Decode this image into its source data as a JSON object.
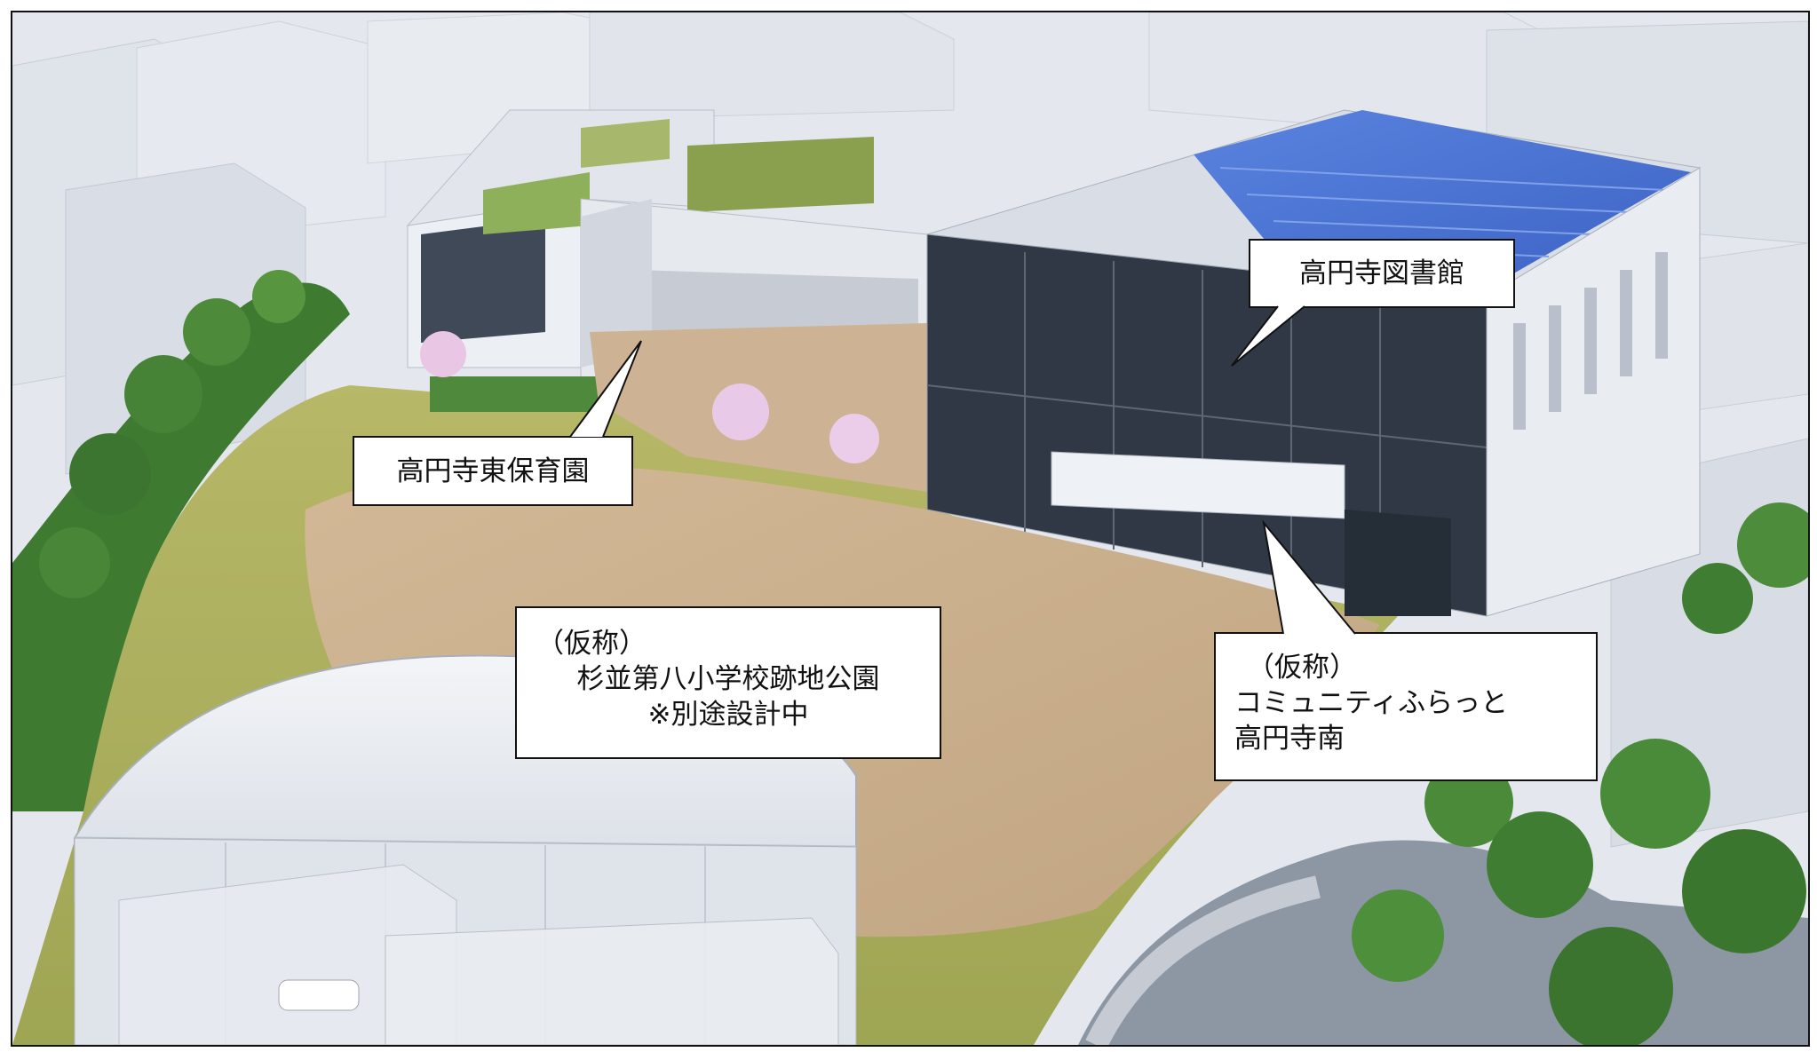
{
  "image": {
    "kind": "architectural rendering",
    "colors": {
      "sky_buildings": "#e3e7ee",
      "lawn": "#a9ad5c",
      "plaza": "#c8b08e",
      "trees": "#3f7a31",
      "building": "#eef0f4",
      "glass": "#3d4753",
      "solar": "#4f78d8"
    }
  },
  "callouts": {
    "library": {
      "text": "高円寺図書館"
    },
    "nursery": {
      "text": "高円寺東保育園"
    },
    "park": {
      "line1": "（仮称）",
      "line2": "杉並第八小学校跡地公園",
      "line3": "※別途設計中"
    },
    "community": {
      "line1": "（仮称）",
      "line2": "コミュニティふらっと",
      "line3": "高円寺南"
    }
  }
}
